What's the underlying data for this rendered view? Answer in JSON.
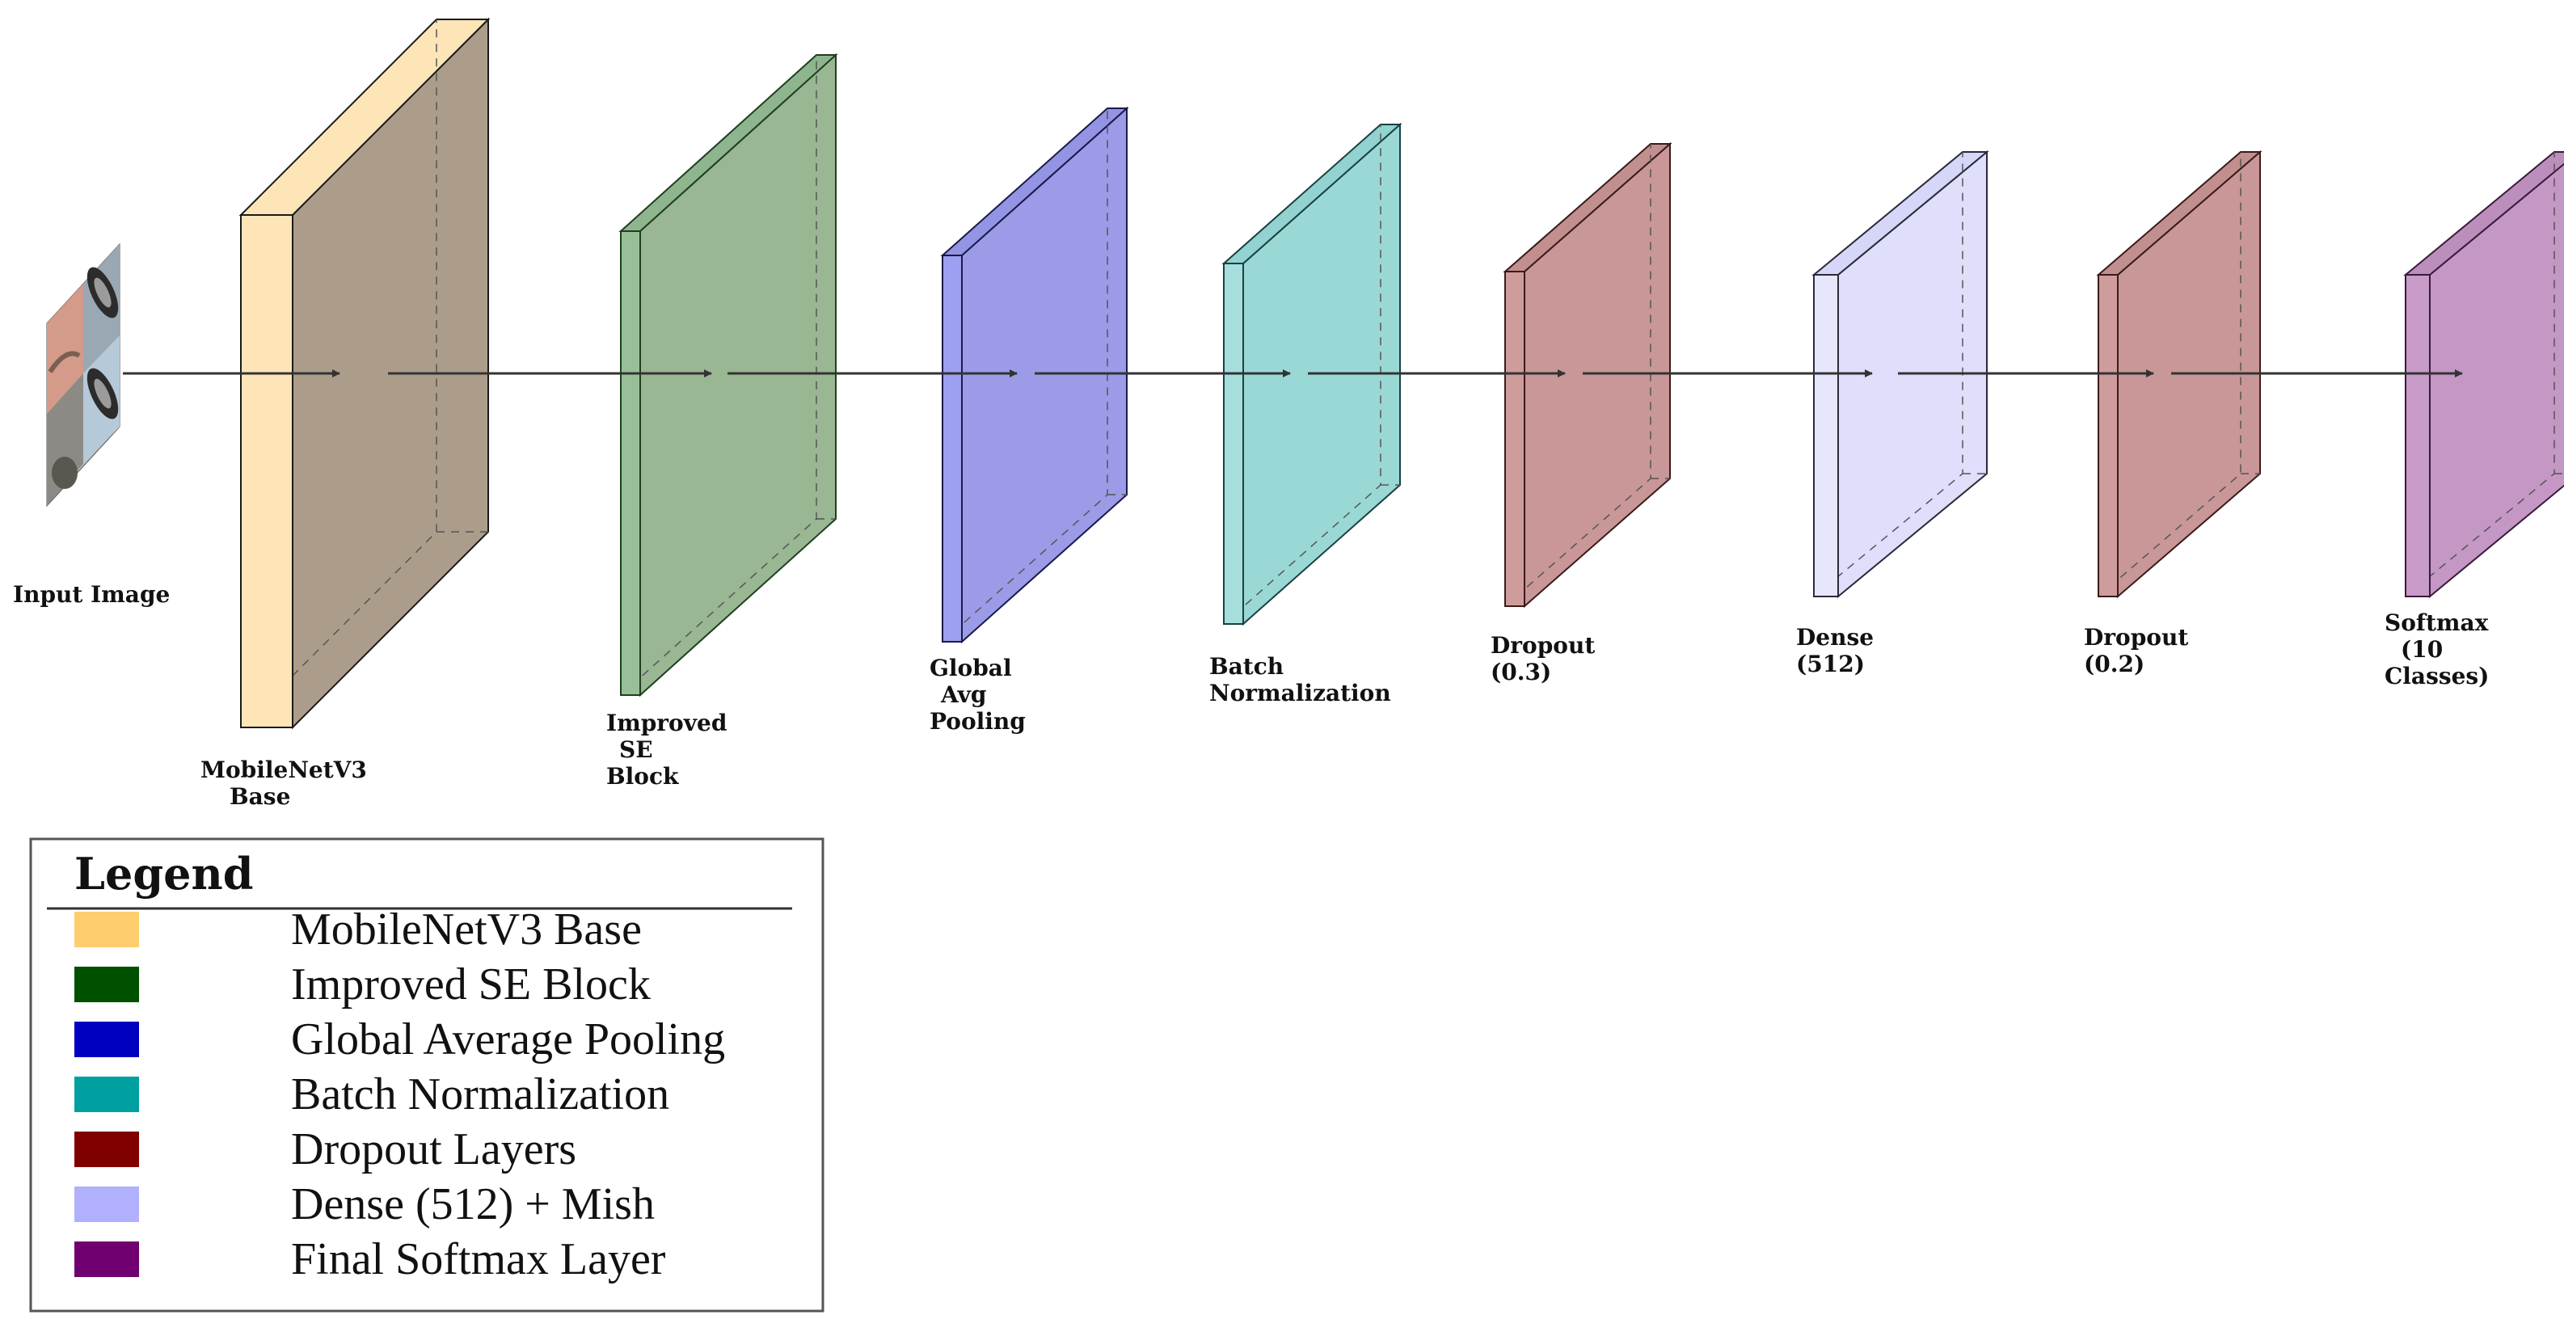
{
  "input": {
    "label": "Input Image"
  },
  "layers": [
    {
      "id": "mobilenet",
      "label_lines": [
        "MobileNetV3",
        "Base"
      ],
      "front": "#fde5b8",
      "face": "#ab9d8a",
      "top": "#fde5b8",
      "side": "#9b8d7a",
      "edge": "#1a1a1a"
    },
    {
      "id": "se",
      "label_lines": [
        "Improved",
        "SE",
        "Block"
      ],
      "front": "#98bf98",
      "face": "#98b792",
      "top": "#8fb58f",
      "side": "#86ad86",
      "edge": "#1f3f1f"
    },
    {
      "id": "gap",
      "label_lines": [
        "Global",
        "Avg",
        "Pooling"
      ],
      "front": "#9da0f0",
      "face": "#9b9be8",
      "top": "#9494e4",
      "side": "#8c8cde",
      "edge": "#1a1a4a"
    },
    {
      "id": "bn",
      "label_lines": [
        "Batch",
        "Normalization"
      ],
      "front": "#a6dede",
      "face": "#9ad8d6",
      "top": "#92d2d0",
      "side": "#8accca",
      "edge": "#1a4040"
    },
    {
      "id": "dropout1",
      "label_lines": [
        "Dropout",
        "(0.3)"
      ],
      "front": "#cf9c9c",
      "face": "#c99797",
      "top": "#c28f8f",
      "side": "#bb8888",
      "edge": "#3a1a1a"
    },
    {
      "id": "dense",
      "label_lines": [
        "Dense",
        "(512)"
      ],
      "front": "#e6e6fd",
      "face": "#dfdffc",
      "top": "#d6d6f8",
      "side": "#cdcdf4",
      "edge": "#2a2a3a"
    },
    {
      "id": "dropout2",
      "label_lines": [
        "Dropout",
        "(0.2)"
      ],
      "front": "#cf9c9c",
      "face": "#c99797",
      "top": "#c28f8f",
      "side": "#bb8888",
      "edge": "#3a1a1a"
    },
    {
      "id": "softmax",
      "label_lines": [
        "Softmax",
        "(10",
        "Classes)"
      ],
      "front": "#c99bc9",
      "face": "#c497c4",
      "top": "#bc8ebc",
      "side": "#b487b4",
      "edge": "#3a1a3a"
    }
  ],
  "legend": {
    "title": "Legend",
    "items": [
      {
        "label": "MobileNetV3 Base",
        "color": "#fdcd6e"
      },
      {
        "label": "Improved SE Block",
        "color": "#005000"
      },
      {
        "label": "Global Average Pooling",
        "color": "#0000c0"
      },
      {
        "label": "Batch Normalization",
        "color": "#00a0a0"
      },
      {
        "label": "Dropout Layers",
        "color": "#800000"
      },
      {
        "label": "Dense (512) + Mish",
        "color": "#b0b0fc"
      },
      {
        "label": "Final Softmax Layer",
        "color": "#700070"
      }
    ]
  }
}
